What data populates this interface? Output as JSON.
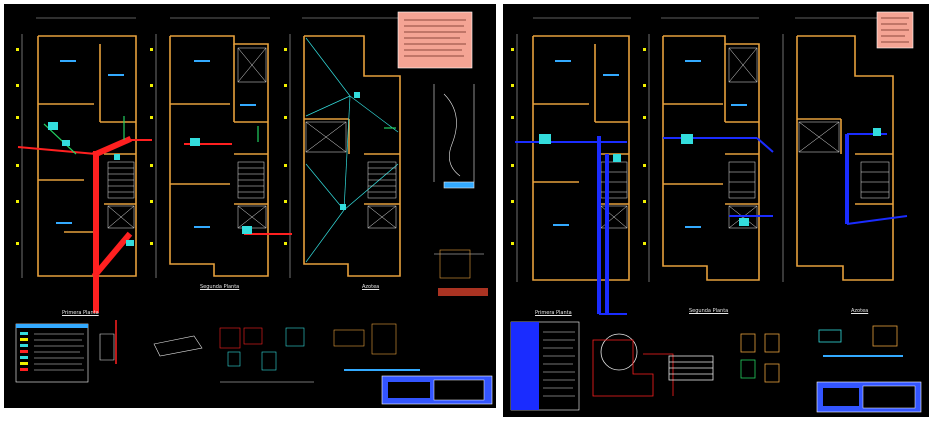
{
  "sheets": [
    {
      "id": "sanitary",
      "plans": [
        {
          "title": "Primera Planta"
        },
        {
          "title": "Segunda Planta"
        },
        {
          "title": "Azotea"
        }
      ]
    },
    {
      "id": "water",
      "plans": [
        {
          "title": "Primera Planta"
        },
        {
          "title": "Segunda Planta"
        },
        {
          "title": "Azotea"
        }
      ]
    }
  ],
  "colors": {
    "background": "#000000",
    "frame": "#ffffff",
    "walls": "#e6a03c",
    "columns": "#f0f000",
    "drain": "#ff2020",
    "water": "#1a2cff",
    "fixtures": "#33dddd",
    "vent": "#22d060"
  }
}
